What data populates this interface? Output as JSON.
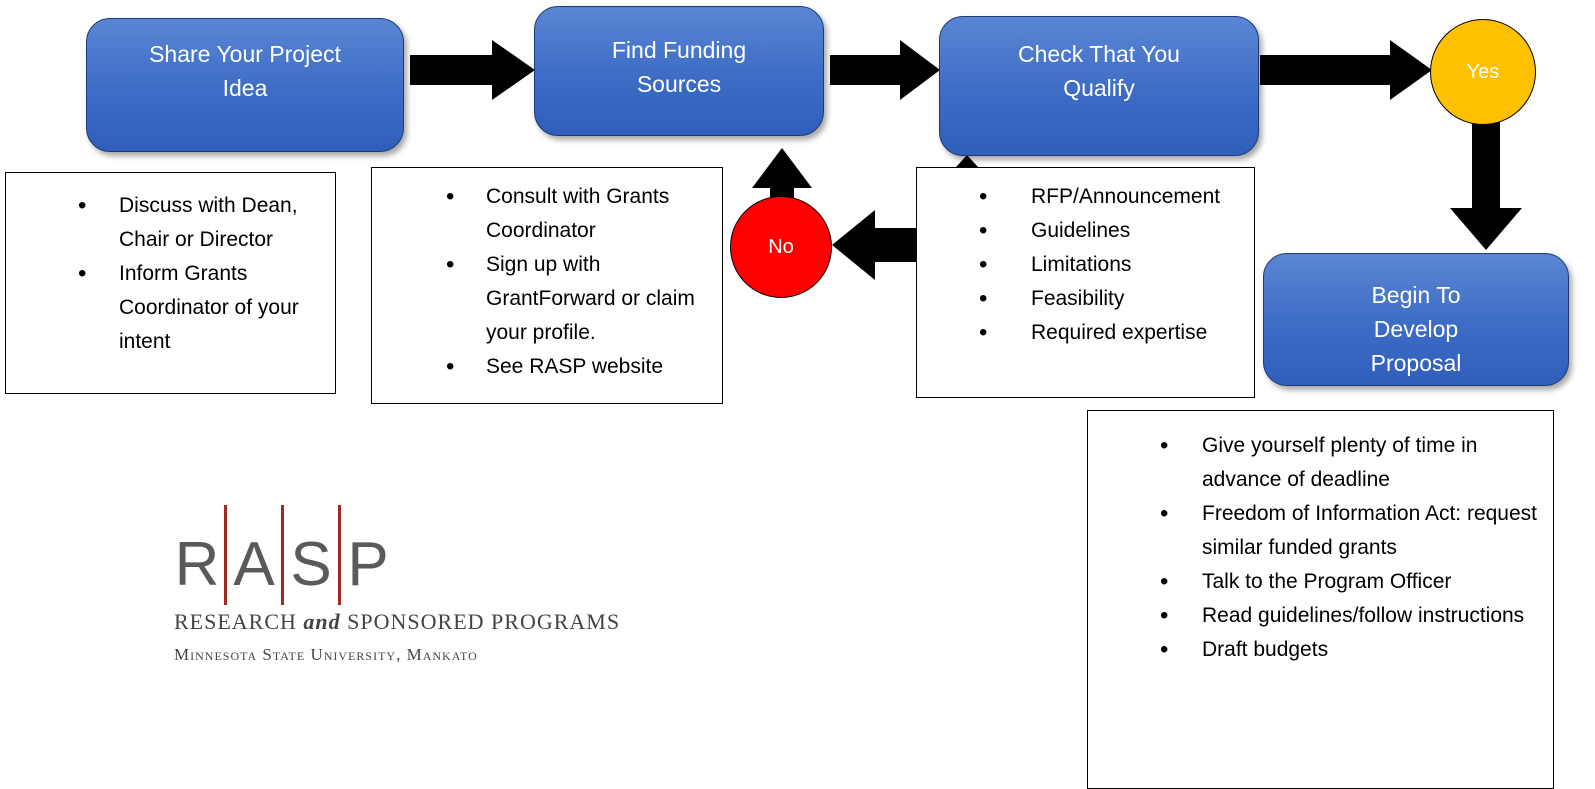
{
  "steps": {
    "share": "Share Your Project Idea",
    "find": "Find Funding Sources",
    "check": "Check That You Qualify",
    "begin": "Begin To Develop Proposal"
  },
  "decisions": {
    "yes": "Yes",
    "no": "No"
  },
  "notes": {
    "share": [
      "Discuss with Dean, Chair or Director",
      "Inform Grants Coordinator of your intent"
    ],
    "find": [
      "Consult with Grants Coordinator",
      "Sign up with GrantForward or claim your profile.",
      "See RASP website"
    ],
    "check": [
      "RFP/Announcement",
      "Guidelines",
      "Limitations",
      "Feasibility",
      "Required expertise"
    ],
    "begin": [
      "Give yourself plenty of time in advance of deadline",
      "Freedom of Information Act: request similar funded grants",
      "Talk to the Program Officer",
      "Read guidelines/follow instructions",
      "Draft budgets"
    ]
  },
  "logo": {
    "letters": [
      "R",
      "A",
      "S",
      "P"
    ],
    "line1_a": "RESEARCH",
    "line1_and": "and",
    "line1_b": "SPONSORED PROGRAMS",
    "line2": "Minnesota State University, Mankato"
  },
  "colors": {
    "step_fill": "#3d6cc6",
    "yes_fill": "#ffc000",
    "no_fill": "#ff0000",
    "logo_bar": "#a12a22"
  }
}
